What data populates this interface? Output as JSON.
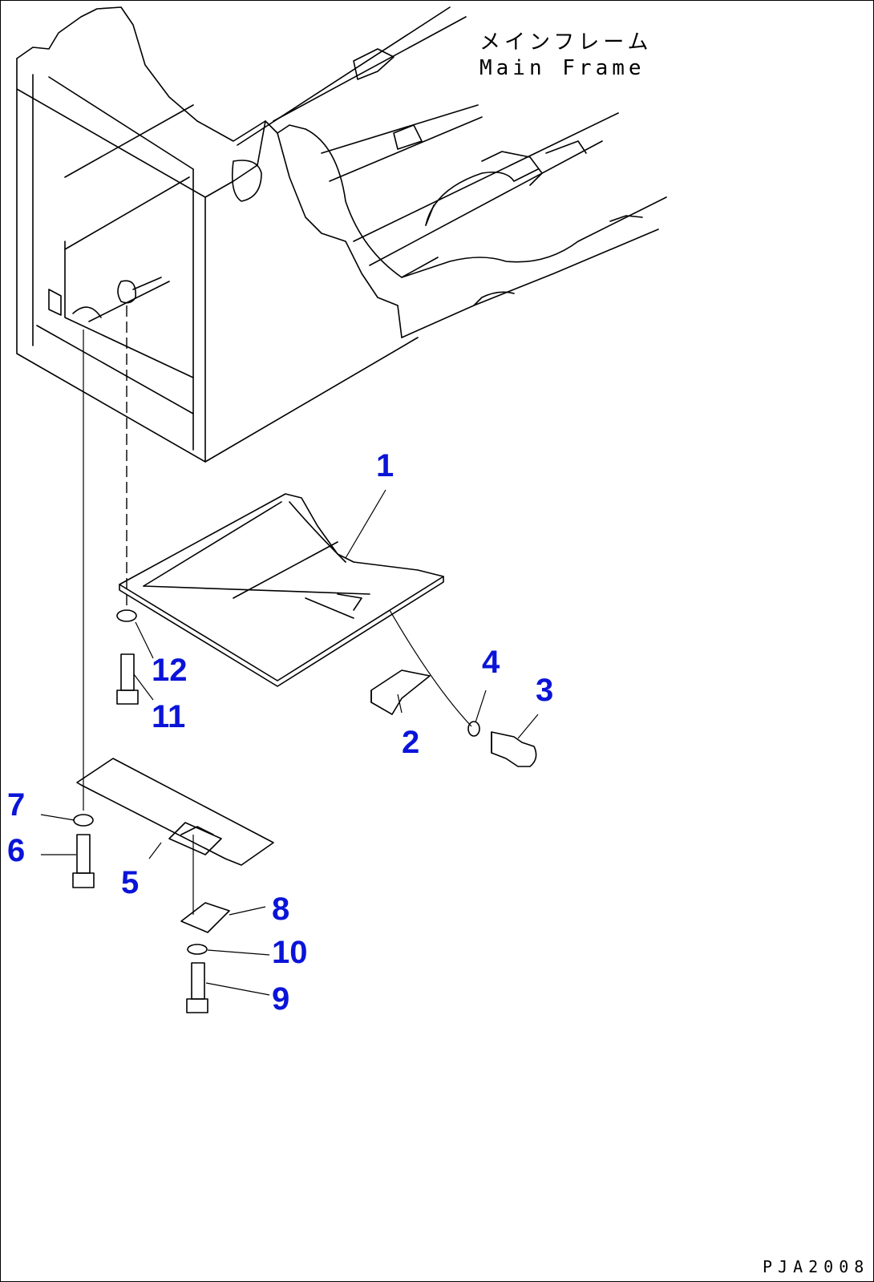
{
  "frame_label": {
    "japanese": "メインフレーム",
    "english": "Main Frame"
  },
  "drawing_code": "PJA2008",
  "callouts": {
    "c1": "1",
    "c2": "2",
    "c3": "3",
    "c4": "4",
    "c5": "5",
    "c6": "6",
    "c7": "7",
    "c8": "8",
    "c9": "9",
    "c10": "10",
    "c11": "11",
    "c12": "12"
  },
  "colors": {
    "callout": "#0a14d8",
    "line": "#000000",
    "background": "#ffffff"
  }
}
